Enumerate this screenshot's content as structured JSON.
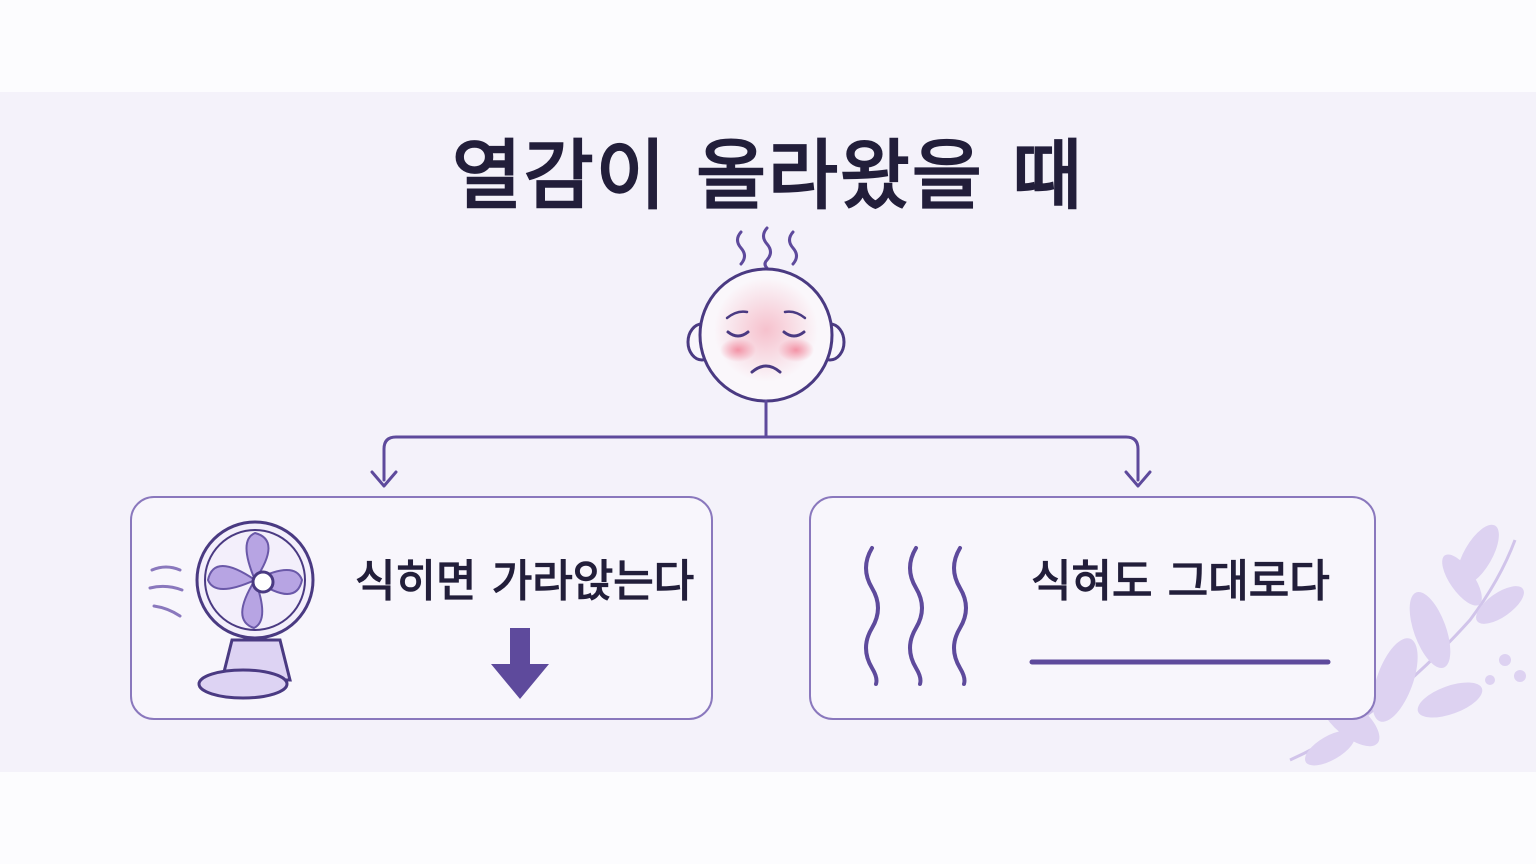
{
  "title": "열감이 올라왔을 때",
  "branches": [
    {
      "label": "식히면 가라앉는다",
      "icon": "fan-icon",
      "indicator": "down-arrow-icon"
    },
    {
      "label": "식혀도 그대로다",
      "icon": "heat-waves-icon",
      "indicator": "flat-line"
    }
  ],
  "colors": {
    "accent": "#5e4a9c",
    "light_purple": "#c7b8ec",
    "text": "#221e3a",
    "blush": "#f4a3b0",
    "background": "#f4f2fa"
  }
}
